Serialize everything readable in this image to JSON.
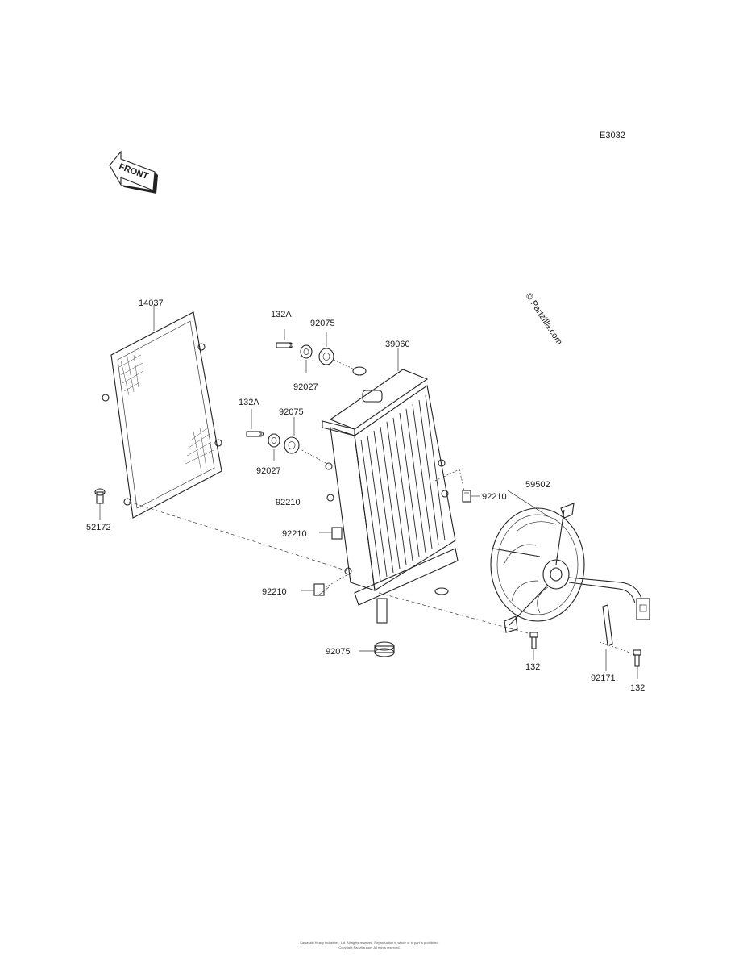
{
  "diagram_code": "E3032",
  "front_label": "FRONT",
  "watermark": "© Partzilla.com",
  "parts": {
    "p14037": "14037",
    "p132a_1": "132A",
    "p92075_1": "92075",
    "p92027_1": "92027",
    "p39060": "39060",
    "p132a_2": "132A",
    "p92075_2": "92075",
    "p92027_2": "92027",
    "p92210_r": "92210",
    "p59502": "59502",
    "p52172": "52172",
    "p92210_1": "92210",
    "p92210_2": "92210",
    "p92210_3": "92210",
    "p92075_3": "92075",
    "p132_1": "132",
    "p92171": "92171",
    "p132_2": "132"
  },
  "footer": {
    "line1": "Kawasaki Heavy Industries, Ltd. All rights reserved. Reproduction in whole or in part is prohibited.",
    "line2": "Copyright Partzilla.com. All rights reserved."
  }
}
